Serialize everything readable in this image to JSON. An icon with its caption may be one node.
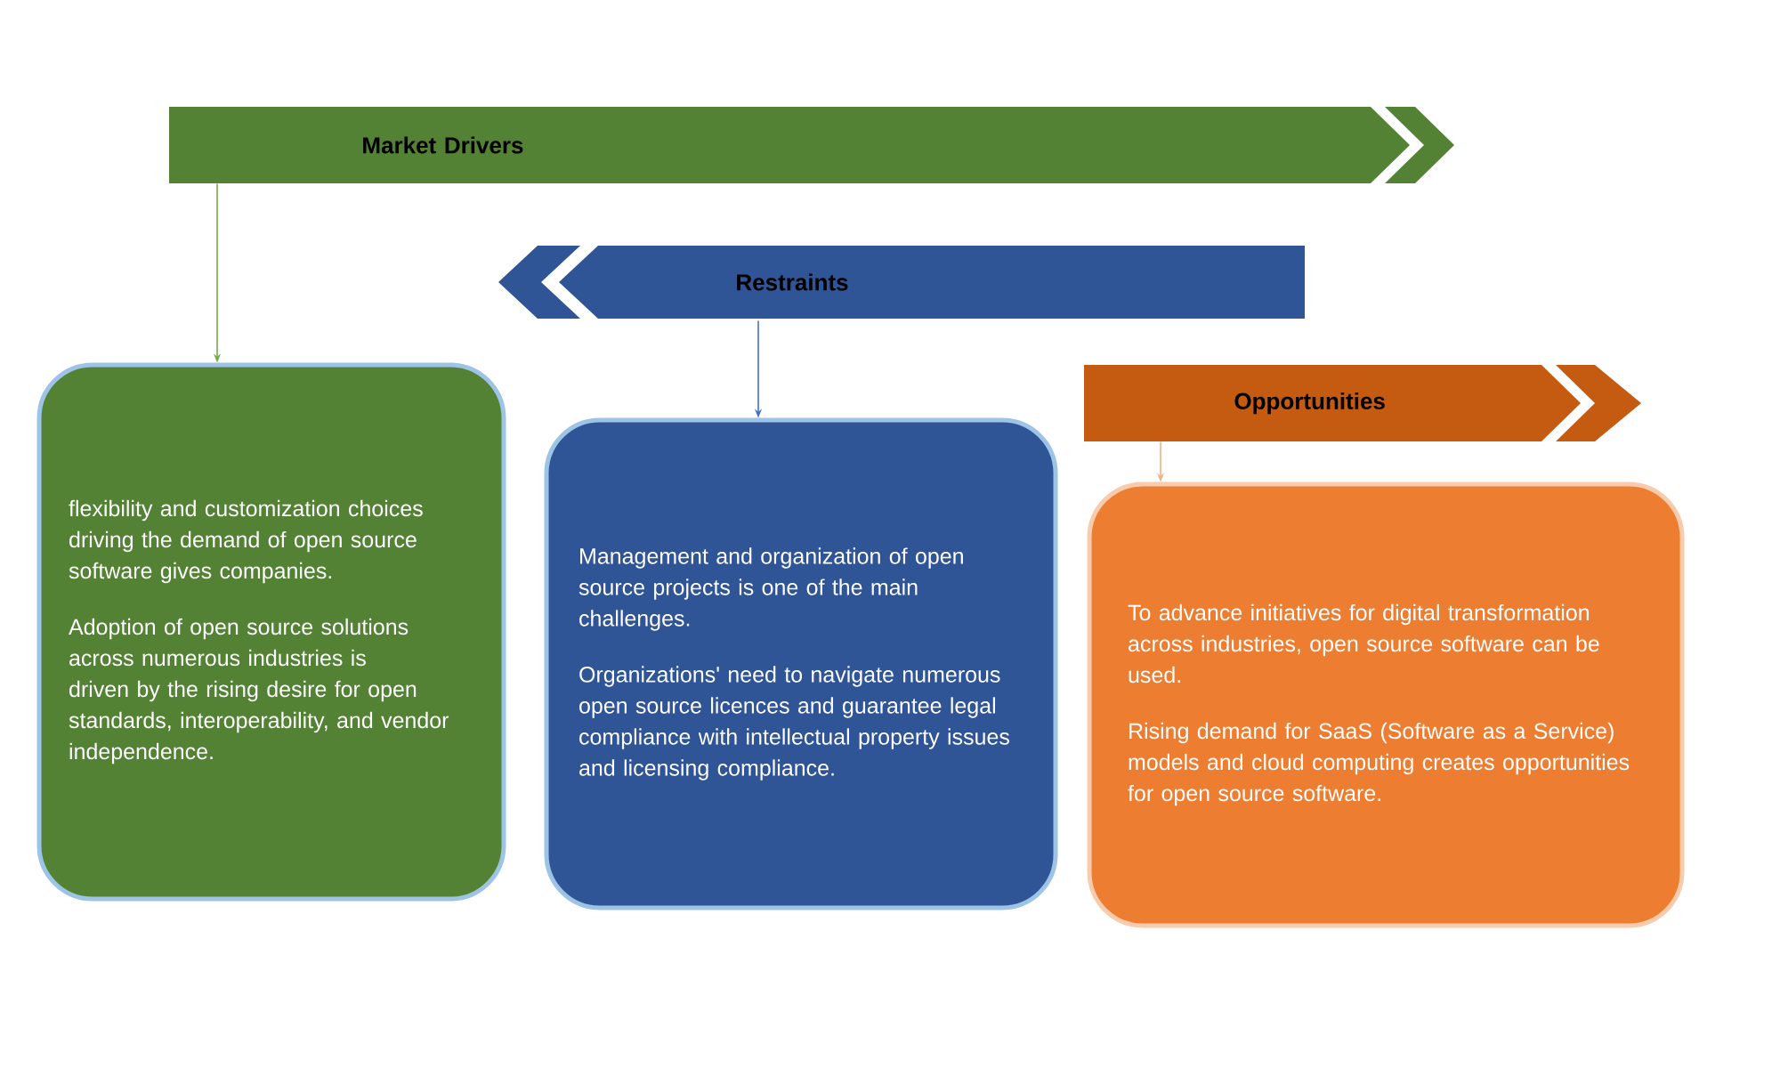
{
  "diagram": {
    "nodes": [
      {
        "text": [
          "Market Drivers"
        ]
      },
      {
        "text": [
          "flexibility and customization choices driving the demand of open source software gives companies.",
          "Adoption of open source solutions across numerous industries is driven by the rising desire for open standards, interoperability, and vendor independence."
        ]
      },
      {
        "text": [
          "Restraints"
        ]
      },
      {
        "text": [
          "Management and organization of open source projects is one of the main challenges.",
          "Organizations' need to navigate numerous open source licences and guarantee legal compliance with intellectual property issues and licensing compliance."
        ]
      },
      {
        "text": [
          "Opportunities"
        ]
      },
      {
        "text": [
          "To advance initiatives for digital transformation across industries, open source software can be used.",
          "Rising demand for SaaS (Software as a Service) models and cloud computing creates opportunities for open source software."
        ]
      }
    ],
    "edges": [
      {
        "from": 0,
        "to": 1,
        "arrow": "to",
        "color": "#70ad47"
      },
      {
        "from": 2,
        "to": 3,
        "arrow": "to",
        "color": "#4472c4"
      },
      {
        "from": 4,
        "to": 5,
        "arrow": "to",
        "color": "#f4b183"
      }
    ]
  }
}
